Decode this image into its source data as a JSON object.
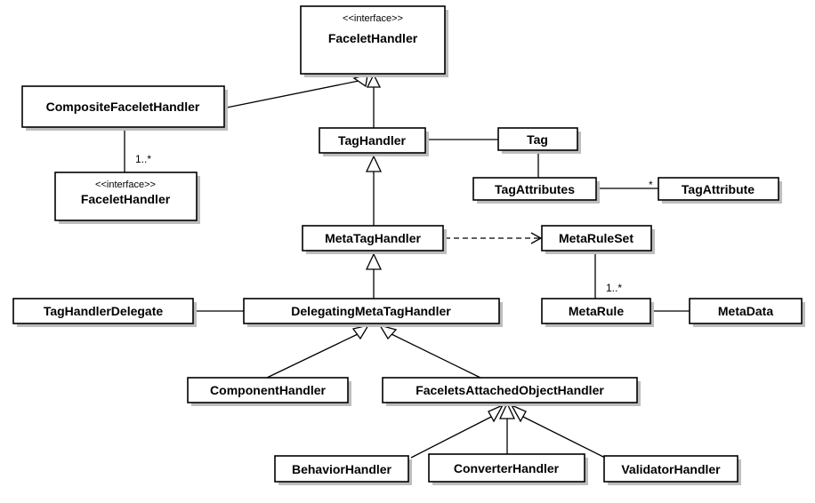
{
  "classes": {
    "facelet_handler_top": {
      "stereotype": "<<interface>>",
      "name": "FaceletHandler"
    },
    "composite_facelet_handler": {
      "name": "CompositeFaceletHandler"
    },
    "facelet_handler_child": {
      "stereotype": "<<interface>>",
      "name": "FaceletHandler"
    },
    "tag_handler": {
      "name": "TagHandler"
    },
    "tag": {
      "name": "Tag"
    },
    "tag_attributes": {
      "name": "TagAttributes"
    },
    "tag_attribute": {
      "name": "TagAttribute"
    },
    "meta_tag_handler": {
      "name": "MetaTagHandler"
    },
    "meta_rule_set": {
      "name": "MetaRuleSet"
    },
    "meta_rule": {
      "name": "MetaRule"
    },
    "meta_data": {
      "name": "MetaData"
    },
    "tag_handler_delegate": {
      "name": "TagHandlerDelegate"
    },
    "delegating_meta_tag_handler": {
      "name": "DelegatingMetaTagHandler"
    },
    "component_handler": {
      "name": "ComponentHandler"
    },
    "facelets_attached_object_handler": {
      "name": "FaceletsAttachedObjectHandler"
    },
    "behavior_handler": {
      "name": "BehaviorHandler"
    },
    "converter_handler": {
      "name": "ConverterHandler"
    },
    "validator_handler": {
      "name": "ValidatorHandler"
    }
  },
  "multiplicities": {
    "composite_children": "1..*",
    "tag_attribute": "*",
    "meta_rules": "1..*"
  }
}
